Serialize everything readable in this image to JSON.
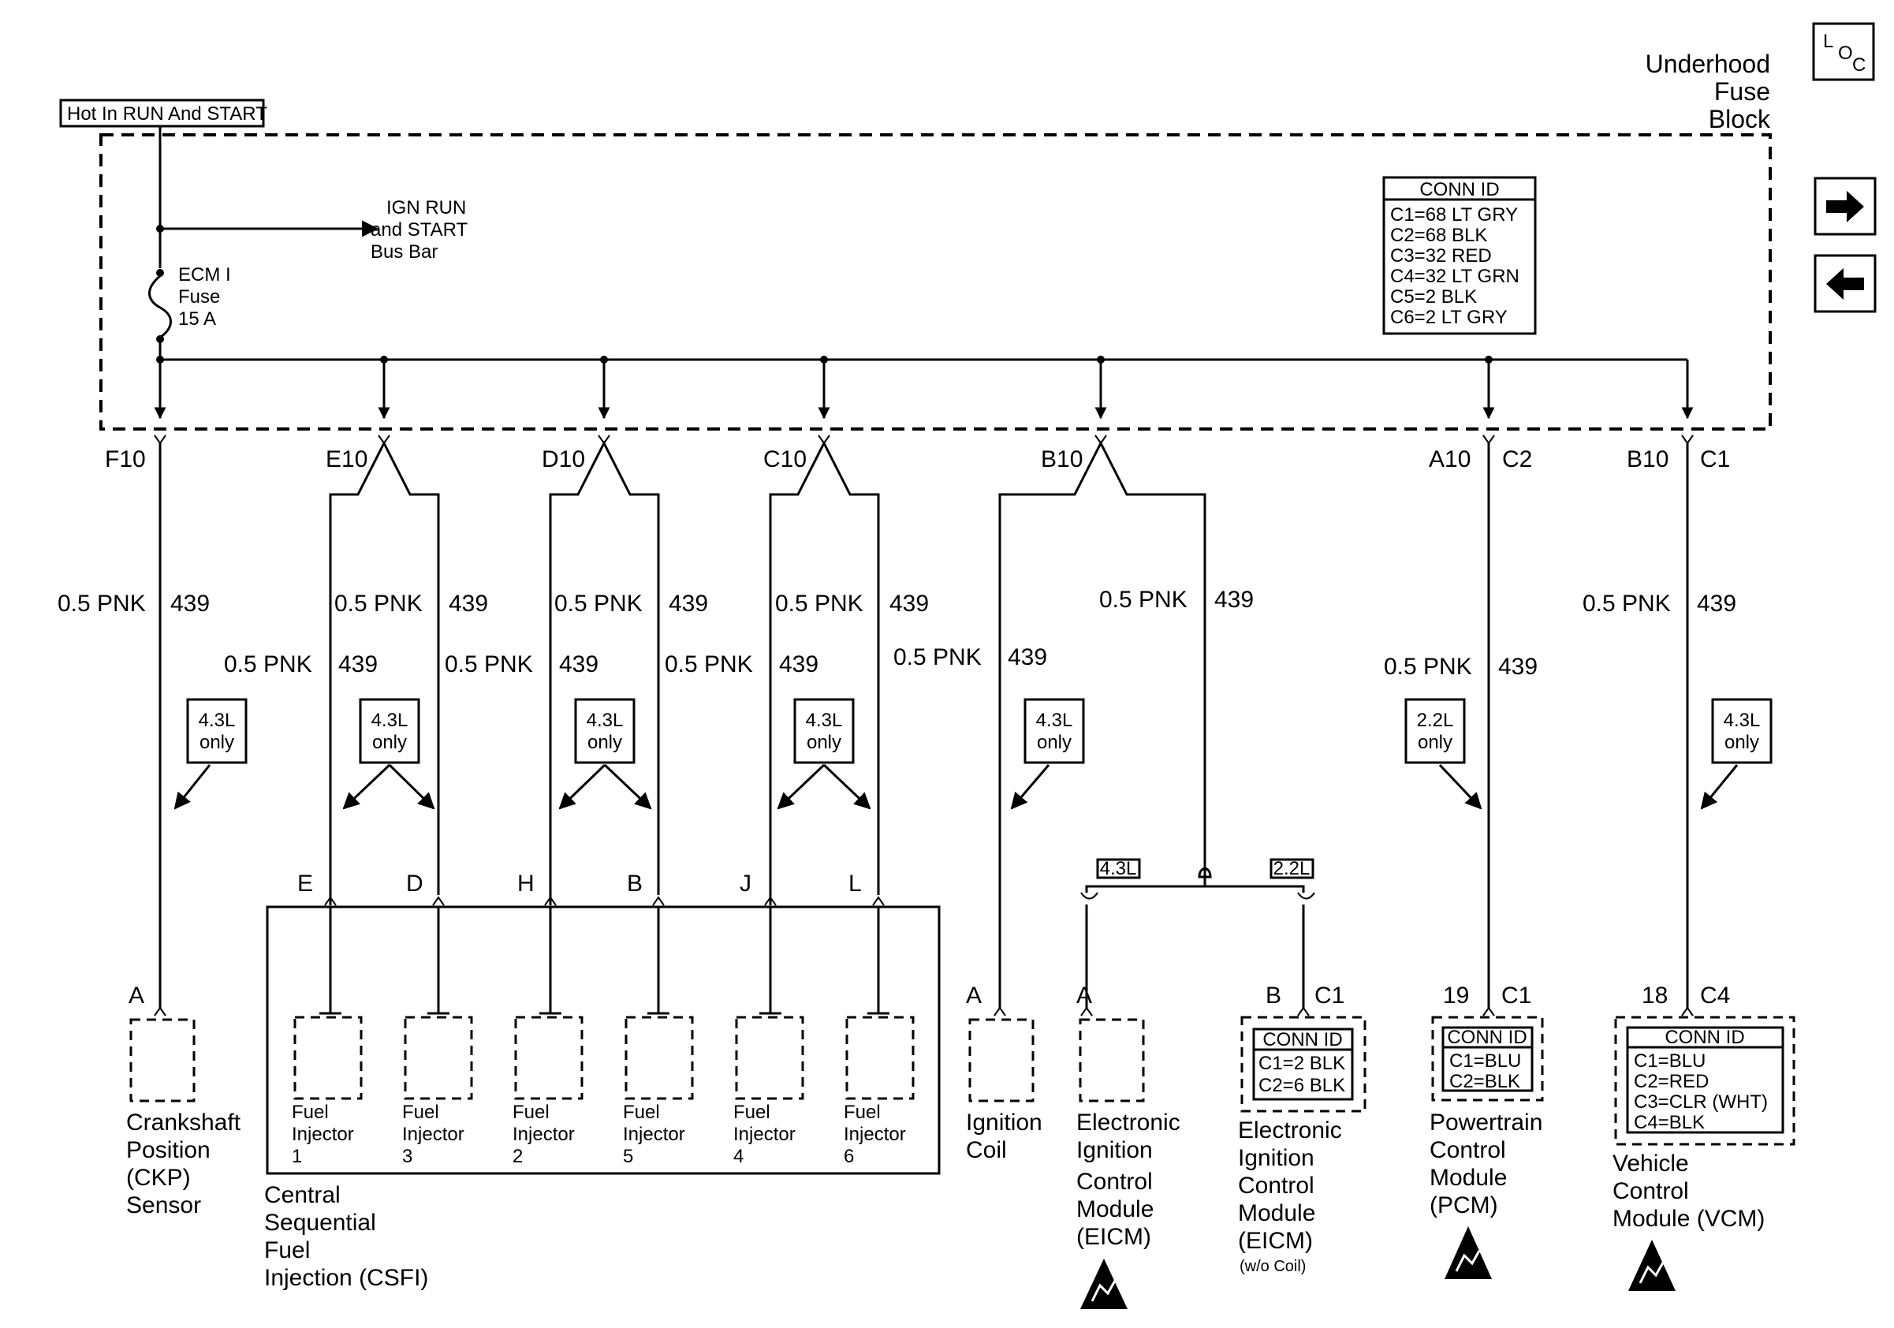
{
  "hot_label": "Hot In RUN And START",
  "fuse_block": {
    "line1": "Underhood",
    "line2": "Fuse",
    "line3": "Block"
  },
  "bus_bar": {
    "line1": "IGN RUN",
    "line2": "and START",
    "line3": "Bus Bar"
  },
  "fuse": {
    "line1": "ECM I",
    "line2": "Fuse",
    "line3": "15 A"
  },
  "fuse_conn_id": {
    "title": "CONN ID",
    "rows": [
      "C1=68 LT GRY",
      "C2=68 BLK",
      "C3=32 RED",
      "C4=32 LT GRN",
      "C5=2 BLK",
      "C6=2 LT GRY"
    ]
  },
  "nav": {
    "loc_l": "L",
    "loc_o": "O",
    "loc_c": "C"
  },
  "terminals": {
    "f10": "F10",
    "e10": "E10",
    "d10": "D10",
    "c10": "C10",
    "b10": "B10",
    "a10": "A10",
    "a10_conn": "C2",
    "b10c": "B10",
    "b10c_conn": "C1"
  },
  "wire": {
    "size_color": "0.5 PNK",
    "circuit": "439"
  },
  "options": {
    "v6_line1": "4.3L",
    "v6_line2": "only",
    "i4_line1": "2.2L",
    "i4_line2": "only",
    "v6_short": "4.3L",
    "i4_short": "2.2L"
  },
  "pins": {
    "ckp": "A",
    "inj_e": "E",
    "inj_d": "D",
    "inj_h": "H",
    "inj_b": "B",
    "inj_j": "J",
    "inj_l": "L",
    "coil": "A",
    "eicm_a": "A",
    "eicm_b": "B",
    "eicm_b_conn": "C1",
    "pcm": "19",
    "pcm_conn": "C1",
    "vcm": "18",
    "vcm_conn": "C4"
  },
  "components": {
    "ckp": [
      "Crankshaft",
      "Position",
      "(CKP)",
      "Sensor"
    ],
    "injectors": [
      {
        "line1": "Fuel",
        "line2": "Injector",
        "num": "1"
      },
      {
        "line1": "Fuel",
        "line2": "Injector",
        "num": "3"
      },
      {
        "line1": "Fuel",
        "line2": "Injector",
        "num": "2"
      },
      {
        "line1": "Fuel",
        "line2": "Injector",
        "num": "5"
      },
      {
        "line1": "Fuel",
        "line2": "Injector",
        "num": "4"
      },
      {
        "line1": "Fuel",
        "line2": "Injector",
        "num": "6"
      }
    ],
    "csfi": [
      "Central",
      "Sequential",
      "Fuel",
      "Injection (CSFI)"
    ],
    "coil": [
      "Ignition",
      "Coil"
    ],
    "eicm1": [
      "Electronic",
      "Ignition",
      "Control",
      "Module",
      "(EICM)"
    ],
    "eicm2": [
      "Electronic",
      "Ignition",
      "Control",
      "Module",
      "(EICM)"
    ],
    "eicm2_note": "(w/o Coil)",
    "pcm": [
      "Powertrain",
      "Control",
      "Module",
      "(PCM)"
    ],
    "vcm": [
      "Vehicle",
      "Control",
      "Module (VCM)"
    ]
  },
  "eicm_conn_id": {
    "title": "CONN ID",
    "rows": [
      "C1=2 BLK",
      "C2=6 BLK"
    ]
  },
  "pcm_conn_id": {
    "title": "CONN ID",
    "rows": [
      "C1=BLU",
      "C2=BLK"
    ]
  },
  "vcm_conn_id": {
    "title": "CONN ID",
    "rows": [
      "C1=BLU",
      "C2=RED",
      "C3=CLR (WHT)",
      "C4=BLK"
    ]
  }
}
